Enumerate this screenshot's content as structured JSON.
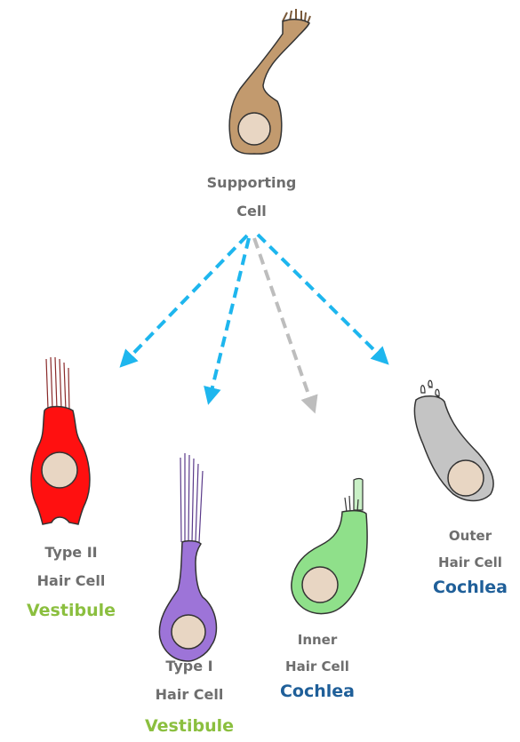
{
  "nodes": {
    "supporting": {
      "line1": "Supporting",
      "line2": "Cell"
    },
    "type2": {
      "line1": "Type II",
      "line2": "Hair Cell",
      "organ": "Vestibule"
    },
    "type1": {
      "line1": "Type I",
      "line2": "Hair Cell",
      "organ": "Vestibule"
    },
    "inner": {
      "line1": "Inner",
      "line2": "Hair Cell",
      "organ": "Cochlea"
    },
    "outer": {
      "line1": "Outer",
      "line2": "Hair Cell",
      "organ": "Cochlea"
    }
  },
  "colors": {
    "supporting_cell": "#c29a6e",
    "type2_cell": "#ff1010",
    "type1_cell": "#9d74d8",
    "inner_cell": "#8fe08a",
    "outer_cell": "#c4c4c4",
    "nucleus": "#e8d6c3",
    "arrow_blue": "#1eb6ee",
    "arrow_grey": "#bdbdbd",
    "organ_green": "#8bbf3f",
    "organ_blue": "#1f5f99"
  }
}
